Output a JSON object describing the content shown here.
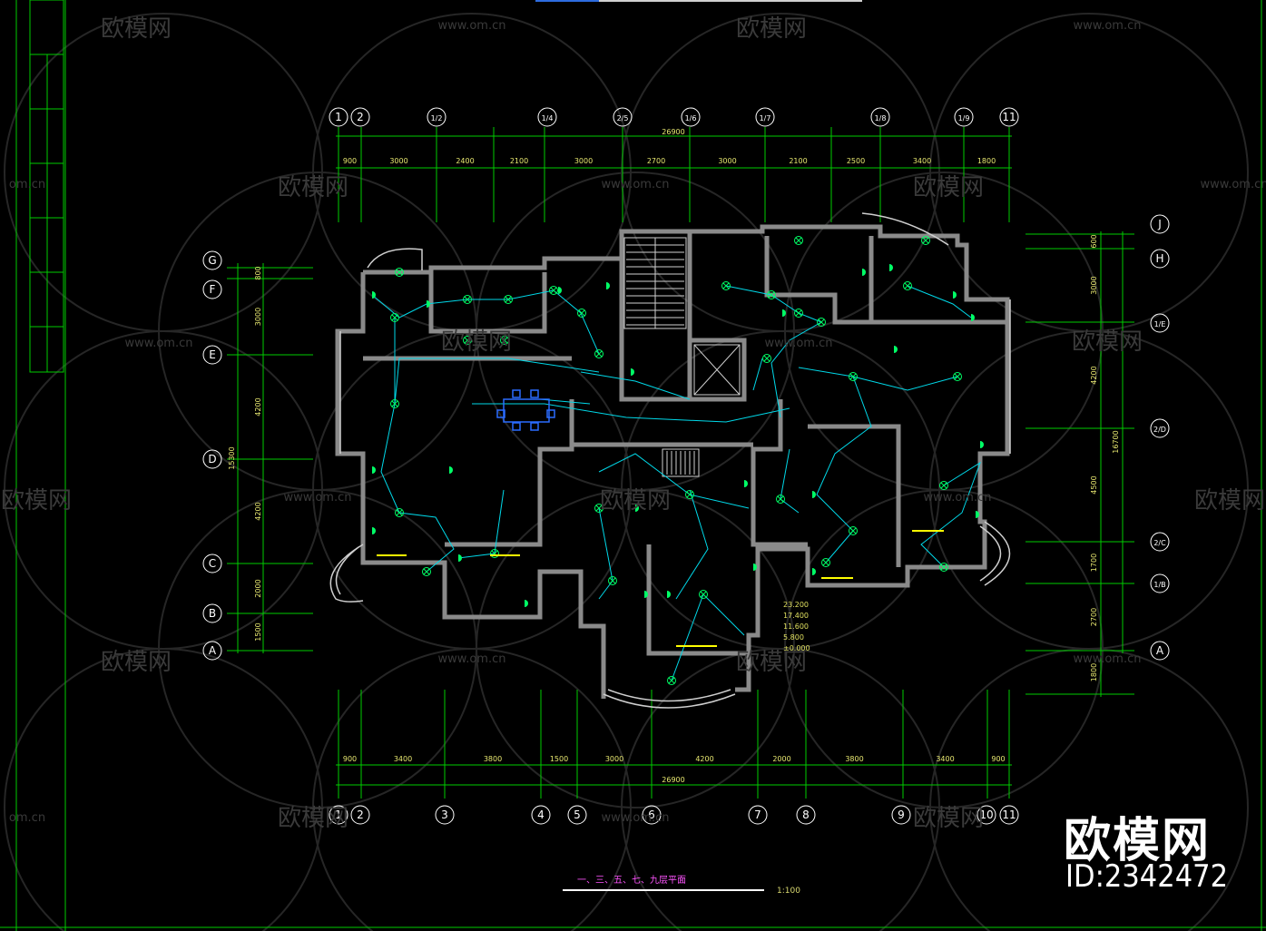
{
  "drawing": {
    "title": "一、三、五、七、九层平面",
    "scale": "1:100",
    "elevations": [
      "23.200",
      "17.400",
      "11.600",
      "5.800",
      "±0.000"
    ]
  },
  "grid_top": [
    "1",
    "2",
    "1/2",
    "1/4",
    "2/5",
    "1/6",
    "1/7",
    "1/8",
    "1/9",
    "11"
  ],
  "grid_bottom": [
    "1",
    "2",
    "3",
    "4",
    "5",
    "6",
    "7",
    "8",
    "9",
    "10",
    "11"
  ],
  "grid_left": [
    "G",
    "F",
    "E",
    "D",
    "C",
    "B",
    "A"
  ],
  "grid_right": [
    "J",
    "H",
    "1/E",
    "2/D",
    "2/C",
    "1/B",
    "A"
  ],
  "dims_top": {
    "total": "26900",
    "segments": [
      "900",
      "3000",
      "2400",
      "2100",
      "3000",
      "2700",
      "3000",
      "2100",
      "2500",
      "3400",
      "1800"
    ]
  },
  "dims_bottom": {
    "total": "26900",
    "segments": [
      "900",
      "3400",
      "3800",
      "1500",
      "3000",
      "4200",
      "2000",
      "3800",
      "3400",
      "900"
    ]
  },
  "dims_left": {
    "total": "15300",
    "segments": [
      "800",
      "3000",
      "4200",
      "4200",
      "2000",
      "1500"
    ]
  },
  "dims_right": {
    "total": "16700",
    "segments": [
      "600",
      "3000",
      "4200",
      "4500",
      "1700",
      "2700",
      "1800"
    ]
  },
  "watermark": {
    "logo": "欧模网",
    "url": "www.om.cn",
    "url_partial": "om.cn"
  },
  "brand": {
    "name": "欧模网",
    "id": "ID:2342472"
  },
  "colors": {
    "background": "#000000",
    "wall": "#8a8a8a",
    "wall_fill": "#5a5a5a",
    "dim_line": "#00cc00",
    "dim_text": "#e8e870",
    "wiring": "#00d8e8",
    "fixture": "#00ff66",
    "grid_bubble": "#ffffff",
    "title_text": "#ff55ff"
  }
}
